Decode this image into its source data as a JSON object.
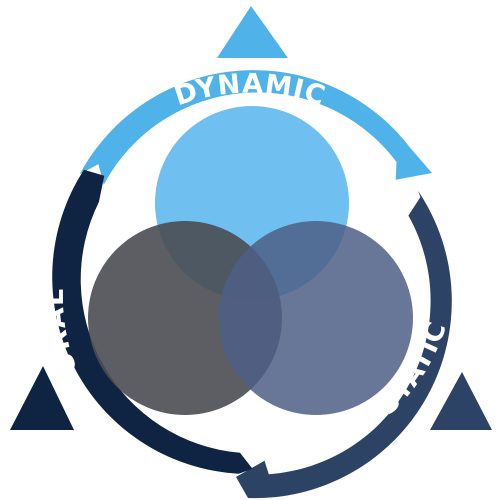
{
  "labels": {
    "top": "DYNAMIC",
    "left": "PROCEDURAL",
    "right": "STATIC"
  },
  "colors": {
    "top_arc": "#4fb3ea",
    "left_arc": "#0f2442",
    "right_arc": "#2c4366",
    "circle_top": "#5fb8f0",
    "circle_left": "#4a4d52",
    "circle_right": "#4e5f86"
  }
}
